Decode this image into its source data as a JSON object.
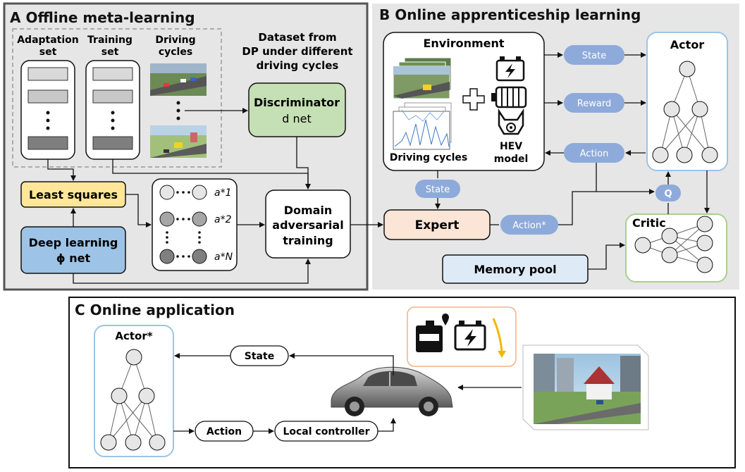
{
  "panelA": {
    "title": "A Offline meta-learning",
    "adaptation_label_1": "Adaptation",
    "adaptation_label_2": "set",
    "training_label_1": "Training",
    "training_label_2": "set",
    "driving_label_1": "Driving",
    "driving_label_2": "cycles",
    "dataset_label_1": "Dataset from",
    "dataset_label_2": "DP under different",
    "dataset_label_3": "driving cycles",
    "discriminator_1": "Discriminator",
    "discriminator_2": "d net",
    "least_squares": "Least squares",
    "deep_learning_1": "Deep learning",
    "deep_learning_2": "ϕ net",
    "a1": "a*1",
    "a2": "a*2",
    "aN": "a*N",
    "domain_1": "Domain",
    "domain_2": "adversarial",
    "domain_3": "training"
  },
  "panelB": {
    "title": "B Online apprenticeship learning",
    "environment": "Environment",
    "driving_cycles": "Driving cycles",
    "hev_1": "HEV",
    "hev_2": "model",
    "state": "State",
    "reward": "Reward",
    "action": "Action",
    "actor": "Actor",
    "state2": "State",
    "expert": "Expert",
    "action_star": "Action*",
    "q": "Q",
    "critic": "Critic",
    "memory_pool": "Memory pool"
  },
  "panelC": {
    "title": "C Online application",
    "actor_star": "Actor*",
    "state": "State",
    "action": "Action",
    "local_controller": "Local controller"
  },
  "colors": {
    "pill_blue": "#8eaadb",
    "discriminator_green": "#c5e0b4",
    "least_squares_yellow": "#ffe699",
    "deep_learning_blue": "#9dc3e6",
    "expert_orange": "#fbe5d6",
    "memory_blue": "#deebf7",
    "panel_gray": "#e6e6e6"
  }
}
